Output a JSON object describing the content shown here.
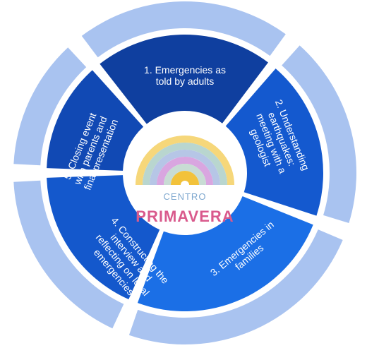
{
  "segments": [
    {
      "lines": [
        "1.   Emergencies as",
        "told by adults"
      ]
    },
    {
      "lines": [
        "2. Understanding",
        "earthquakes:",
        "meeting with a",
        "geologist"
      ]
    },
    {
      "lines": [
        "3. Emergencies in",
        "families"
      ]
    },
    {
      "lines": [
        "4. Constructing the",
        "interview and",
        "reflecting on local",
        "emergencies"
      ]
    },
    {
      "lines": [
        "5. Closing event",
        "with parents and",
        "final presentation"
      ]
    }
  ],
  "logo": {
    "line1": "CENTRO",
    "line2": "PRIMAVERA"
  },
  "colors": {
    "outer_ring": "#a9c3f0",
    "segment_1": "#0f3f9f",
    "segment_2": "#1459cf",
    "segment_3": "#1b6fe6",
    "segment_4": "#1458cc",
    "segment_5": "#1149b4",
    "text": "#ffffff"
  }
}
